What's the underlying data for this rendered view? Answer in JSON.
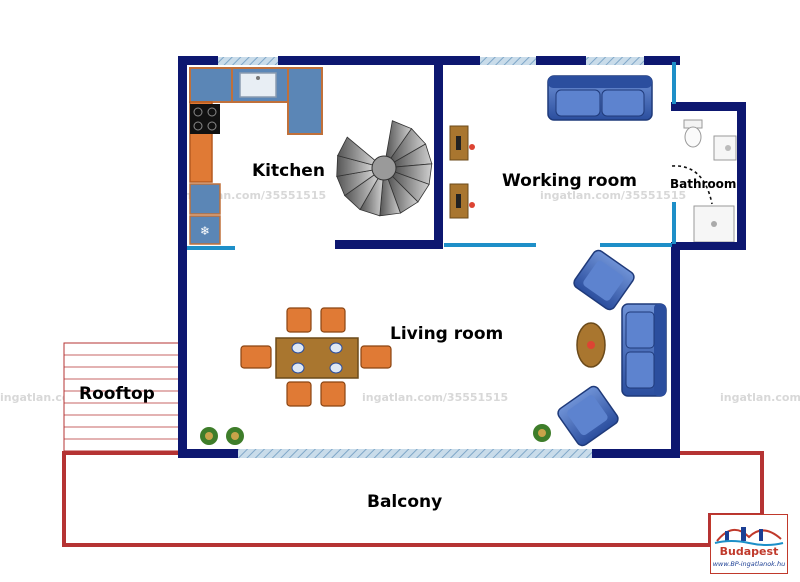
{
  "rooms": {
    "kitchen": "Kitchen",
    "working_room": "Working room",
    "bathroom": "Bathroom",
    "living_room": "Living room",
    "rooftop": "Rooftop",
    "balcony": "Balcony"
  },
  "watermark": "ingatlan.com/35551515",
  "logo": {
    "brand": "Budapest",
    "website": "www.BP-ingatlanok.hu"
  },
  "colors": {
    "wall": "#0d1770",
    "window": "#a9c8df",
    "light_wall": "#1e8fc8",
    "balcony_outline": "#b53333",
    "furniture_blue": "#3f65b7",
    "table_brown": "#a9762f",
    "chair_orange": "#e07a35"
  },
  "icons": [
    "spiral-staircase-icon",
    "sofa-icon",
    "armchair-icon",
    "dining-table-icon",
    "desk-icon",
    "toilet-icon",
    "shower-icon",
    "plant-icon",
    "stove-icon",
    "sink-icon",
    "fridge-icon"
  ]
}
